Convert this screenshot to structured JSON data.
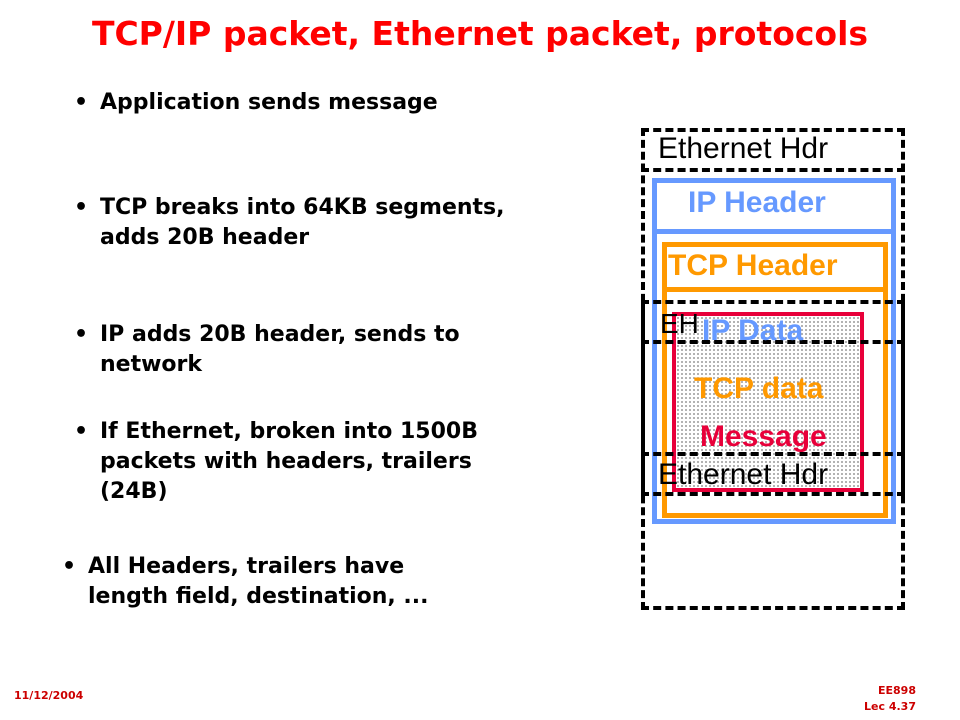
{
  "title": "TCP/IP packet, Ethernet packet, protocols",
  "bullet_char": "•",
  "bullets": [
    {
      "lines": [
        "Application sends message"
      ]
    },
    {
      "lines": [
        "TCP breaks into 64KB segments,",
        "adds 20B header"
      ]
    },
    {
      "lines": [
        "IP adds 20B header, sends to",
        "network"
      ]
    },
    {
      "lines": [
        "If Ethernet, broken into 1500B",
        "packets with headers, trailers",
        "(24B)"
      ]
    },
    {
      "lines": [
        "All Headers, trailers have",
        "length field, destination, ..."
      ]
    }
  ],
  "diagram": {
    "ethernet_hdr_top": "Ethernet Hdr",
    "ip_header": "IP Header",
    "tcp_header": "TCP Header",
    "eh": "EH",
    "ip_data": "IP Data",
    "tcp_data": "TCP data",
    "message": "Message",
    "ethernet_hdr_bottom": "Ethernet Hdr",
    "colors": {
      "ip": "#6699ff",
      "tcp": "#ff9900",
      "message": "#e8003a",
      "dashed": "#000000",
      "title": "#ff0000"
    }
  },
  "footer": {
    "date": "11/12/2004",
    "course": "EE898",
    "lecture": "Lec 4.37"
  }
}
